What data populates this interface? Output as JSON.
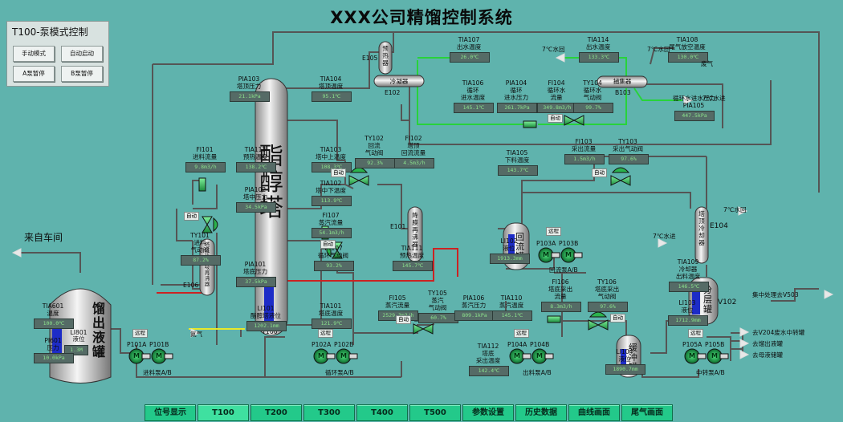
{
  "title": "XXX公司精馏控制系统",
  "control_panel": {
    "title": "T100-泵模式控制",
    "buttons": [
      "手动模式",
      "自动启动",
      "A泵暂停",
      "B泵暂停"
    ]
  },
  "equipment": {
    "tower_name": "酯醇塔",
    "tower_tag": "T100",
    "tank_left": "馏出液罐",
    "tank_left_id": "LI801",
    "tank_left_level_label": "液位",
    "tank_left_level_value": "1.3M",
    "reflux_tank": "回流罐",
    "buffer_tank": "缓冲罐",
    "layer_tank": "分层罐",
    "preheater": "预热器",
    "condenser": "冷凝器",
    "collector": "捕集器",
    "film_boiler": "降膜再沸器",
    "bottom_reboiler": "塔底热虹吸再沸器",
    "tower_cooler": "塔顶冷却器",
    "tag_E105": "E105",
    "tag_E102": "E102",
    "tag_B103": "B103",
    "tag_E101": "E101",
    "tag_E106": "E106",
    "tag_E104": "E104",
    "tag_V102": "V102"
  },
  "instruments": [
    {
      "label": "PIA103\n塔顶压力",
      "value": "21.1kPa"
    },
    {
      "label": "TIA104\n塔顶温度",
      "value": "95.1℃"
    },
    {
      "label": "TIA107\n出水温度",
      "value": "26.0℃"
    },
    {
      "label": "TIA114\n出水温度",
      "value": "133.3℃"
    },
    {
      "label": "TIA108\n尾气放空温度",
      "value": "130.0℃"
    },
    {
      "label": "TIA106\n循环\n进水温度",
      "value": "145.1℃"
    },
    {
      "label": "PIA104\n循环\n进水压力",
      "value": "261.7kPa"
    },
    {
      "label": "FI104\n循环水\n流量",
      "value": "349.8m3/h"
    },
    {
      "label": "TY104\n循环水\n气动阀",
      "value": "99.7%"
    },
    {
      "label": "循环水进水压力\nPIA105",
      "value": "447.5kPa"
    },
    {
      "label": "FI101\n进料流量",
      "value": "9.8m3/h"
    },
    {
      "label": "TIA113\n预热温度",
      "value": "138.2℃"
    },
    {
      "label": "TIA103\n塔中上温度",
      "value": "108.3℃"
    },
    {
      "label": "TY102\n回流\n气动阀",
      "value": "92.3%"
    },
    {
      "label": "FI102\n塔顶\n回流流量",
      "value": "4.5m3/h"
    },
    {
      "label": "TIA105\n下料温度",
      "value": "143.7℃"
    },
    {
      "label": "FI103\n采出流量",
      "value": "1.5m3/h"
    },
    {
      "label": "TY103\n采出气动阀",
      "value": "97.6%"
    },
    {
      "label": "PIA102\n塔中压力",
      "value": "34.5kPa"
    },
    {
      "label": "TIA102\n塔中下温度",
      "value": "113.9℃"
    },
    {
      "label": "FI107\n蒸汽流量",
      "value": "54.1m3/h"
    },
    {
      "label": "TY101\n进料\n气动阀",
      "value": "87.2%"
    },
    {
      "label": "TY107\n循环气动阀",
      "value": "93.2%"
    },
    {
      "label": "TIA111\n预热温度",
      "value": "145.7℃"
    },
    {
      "label": "LI102\n液位",
      "value": "1913.3mm"
    },
    {
      "label": "PIA101\n塔底压力",
      "value": "37.5kPa"
    },
    {
      "label": "LI101\n酯醇塔液位",
      "value": "1202.1mm"
    },
    {
      "label": "TIA101\n塔底温度",
      "value": "121.9℃"
    },
    {
      "label": "FI105\n蒸汽流量",
      "value": "2529.3m3/h"
    },
    {
      "label": "TY105\n蒸汽\n气动阀",
      "value": "60.7%"
    },
    {
      "label": "PIA106\n蒸汽压力",
      "value": "809.1kPa"
    },
    {
      "label": "TIA110\n蒸汽温度",
      "value": "145.1℃"
    },
    {
      "label": "FI106\n塔底采出\n流量",
      "value": "8.3m3/h"
    },
    {
      "label": "TY106\n塔底采出\n气动阀",
      "value": "97.6%"
    },
    {
      "label": "TIA112\n塔底\n采出温度",
      "value": "142.4℃"
    },
    {
      "label": "LI104\n液位",
      "value": "1890.7mm"
    },
    {
      "label": "TIA109\n冷却器\n出料温度",
      "value": "146.5℃"
    },
    {
      "label": "LI103\n液位",
      "value": "1712.9mm"
    },
    {
      "label": "TIA601\n温度",
      "value": "100.0℃"
    },
    {
      "label": "PI601\n压力",
      "value": "10.0kPa"
    }
  ],
  "pumps": {
    "p101a": "P101A",
    "p101b": "P101B",
    "p101_name": "进料泵A/B",
    "p102a": "P102A",
    "p102b": "P102B",
    "p102_name": "循环泵A/B",
    "p103a": "P103A",
    "p103b": "P103B",
    "p103_name": "回流泵A/B",
    "p104a": "P104A",
    "p104b": "P104B",
    "p104_name": "出料泵A/B",
    "p105a": "P105A",
    "p105b": "P105B",
    "p105_name": "中转泵A/B",
    "m": "M"
  },
  "flow_labels": {
    "from_workshop": "来自车间",
    "seven_c_water_return": "7℃水回",
    "seven_c_water_return2": "7℃水回",
    "seven_c_water_in": "7℃水进",
    "seven_c_water_in2": "7℃水进",
    "seven_c_water_return3": "7℃水回",
    "tail_gas": "废气",
    "nitrogen": "氮气",
    "to_v503": "集中处理去V503",
    "to_v204": "去V204废水中转罐",
    "to_distillate": "去馏出液罐",
    "to_mother": "去母液储罐"
  },
  "controls": {
    "auto": "自动",
    "remote": "远程",
    "minus": "—"
  },
  "nav": {
    "items": [
      "位号显示",
      "T100",
      "T200",
      "T300",
      "T400",
      "T500",
      "参数设置",
      "历史数据",
      "曲线画面",
      "尾气画面"
    ],
    "active": "T100"
  }
}
